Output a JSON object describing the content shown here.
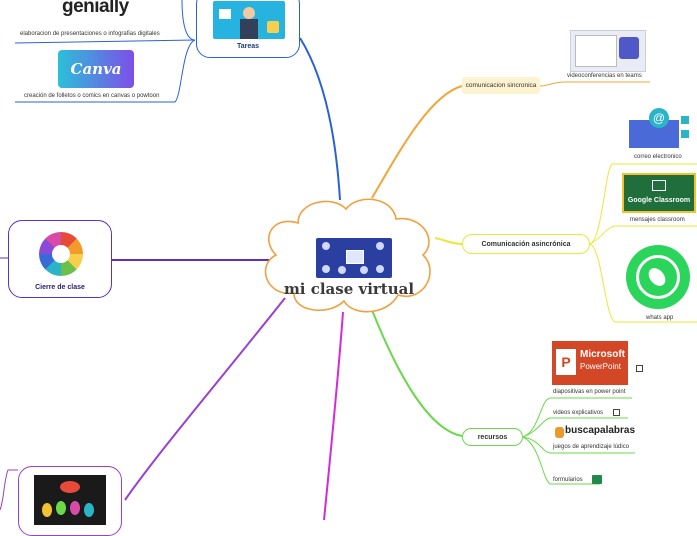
{
  "center": {
    "title": "mi clase virtual"
  },
  "tareas": {
    "label": "Tareas",
    "genially_logo": "genially",
    "genially_caption": "elaboracion de presentaciones o infografias digitales",
    "canva_logo": "Canva",
    "canva_caption": "creación de folletos  o comics en canvas o powtoon"
  },
  "cierre": {
    "label": "Cierre de clase"
  },
  "sincronica": {
    "label": "comunicacion sincronica",
    "teams_caption": "videoconferencias en teams"
  },
  "asincronica": {
    "label": "Comunicación asincrónica",
    "email_caption": "correo electronico",
    "classroom_logo": "Google Classroom",
    "classroom_caption": "mensajes classroom",
    "whatsapp_caption": "whats app"
  },
  "recursos": {
    "label": "recursos",
    "ppt_logo_line1": "Microsoft",
    "ppt_logo_line2": "PowerPoint",
    "ppt_caption": "diapositivas en power point",
    "videos_caption": "videos explicativos",
    "buscapalabras_logo": "buscapalabras",
    "juegos_caption": "juegos de aprendizaje lúdico",
    "formularios_caption": "formularios"
  },
  "colors": {
    "tareas_line": "#2a62d6",
    "cierre_line": "#5b2fc9",
    "sincronica_line": "#f2a63a",
    "asincronica_line": "#e8e83a",
    "recursos_line": "#6ad84a",
    "bottom_line": "#d42bd9",
    "bottom_left_line": "#9a3fd0"
  }
}
